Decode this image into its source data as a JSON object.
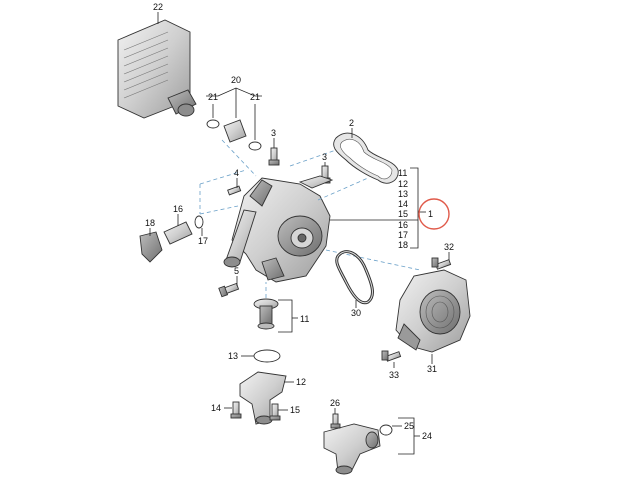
{
  "labels": {
    "l22": "22",
    "l20": "20",
    "l21a": "21",
    "l21b": "21",
    "l2": "2",
    "l3a": "3",
    "l3b": "3",
    "l4": "4",
    "l16": "16",
    "l17": "17",
    "l18": "18",
    "l5": "5",
    "l11": "11",
    "l12": "12",
    "l13": "13",
    "l14": "14",
    "l15": "15",
    "l16b": "16",
    "l17b": "17",
    "l18b": "18",
    "l1": "1",
    "l32": "32",
    "l30": "30",
    "l31": "31",
    "l33": "33",
    "l11b": "11",
    "l13b": "13",
    "l12b": "12",
    "l14b": "14",
    "l15b": "15",
    "l26": "26",
    "l25": "25",
    "l24": "24"
  },
  "colors": {
    "highlight_circle": "#e05a4a",
    "dash_line": "#6aa0c8",
    "part_fill": "#d9d9d9",
    "part_dark": "#9a9a9a"
  }
}
